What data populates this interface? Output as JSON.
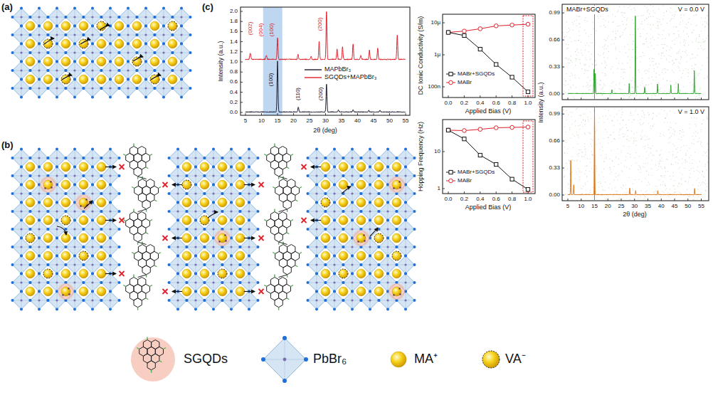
{
  "diagram": {
    "labels": [
      "(a)",
      "(b)",
      "(c)",
      "Intensity (a.u.)",
      "2θ (deg)",
      "0.0",
      "0.2",
      "0.4",
      "0.6",
      "0.8",
      "1.0",
      "1.2",
      "1.4",
      "1.6",
      "1.8",
      "2.0",
      "5",
      "10",
      "15",
      "20",
      "25",
      "30",
      "35",
      "40",
      "45",
      "50",
      "55",
      "(002)",
      "(004)",
      "(100)",
      "(200)",
      "(100)",
      "(110)",
      "(200)",
      "DC Ionic Conductivity (S/m)",
      "10μ",
      "1μ",
      "100n",
      "Applied Bias (V)",
      "0.0",
      "0.2",
      "0.4",
      "0.6",
      "0.8",
      "1.0",
      "Hopping Frequency (Hz)",
      "10",
      "1",
      "Applied Bias (V)",
      "0.0",
      "0.2",
      "0.4",
      "0.6",
      "0.8",
      "1.0",
      "Intensity (a.u.)",
      "MABr+SGQDs",
      "V = 0.0 V",
      "0.99",
      "0.66",
      "0.33",
      "0.00",
      "V = 1.0 V",
      "0.99",
      "0.66",
      "0.33",
      "0.00",
      "5",
      "10",
      "15",
      "20",
      "25",
      "30",
      "35",
      "40",
      "45",
      "50",
      "55",
      "2θ (deg)"
    ],
    "legend": [
      {
        "text": "MAPbBr₃"
      },
      {
        "text": "SGQDs+MAPbBr₃"
      },
      {
        "text": "MABr+SGQDs"
      },
      {
        "text": "MABr"
      },
      {
        "text": "MABr+SGQDs"
      },
      {
        "text": "MABr"
      },
      {
        "text": "SGQDs"
      },
      {
        "text": "PbBr₆"
      },
      {
        "text": "MA⁺"
      },
      {
        "text": "VA⁻"
      }
    ]
  }
}
